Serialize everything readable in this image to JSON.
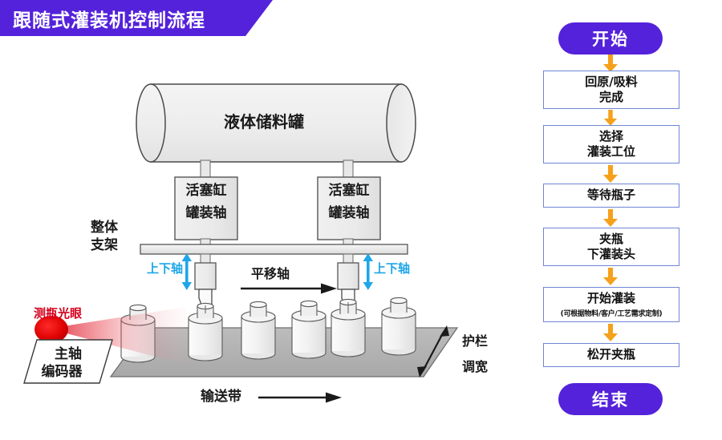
{
  "banner": {
    "title": "跟随式灌装机控制流程",
    "color": "#5422DA"
  },
  "diagram": {
    "tank_label": "液体储料罐",
    "piston_left": {
      "line1": "活塞缸",
      "line2": "罐装轴"
    },
    "piston_right": {
      "line1": "活塞缸",
      "line2": "罐装轴"
    },
    "frame_label": {
      "line1": "整体",
      "line2": "支架"
    },
    "axis_vertical_left": "上下轴",
    "axis_vertical_right": "上下轴",
    "axis_horizontal": "平移轴",
    "photo_eye": "测瓶光眼",
    "encoder": {
      "line1": "主轴",
      "line2": "编码器"
    },
    "guardrail": {
      "line1": "护栏",
      "line2": "调宽"
    },
    "conveyor": "输送带",
    "colors": {
      "axis_blue": "#1EA6E8",
      "photo_eye_red": "#D5001C",
      "metal_gray": "#ECECEC",
      "belt_gray": "#B3B3B3"
    },
    "bottle_count": 6
  },
  "flowchart": {
    "start": "开始",
    "end": "结束",
    "steps": [
      {
        "line1": "回原/吸料",
        "line2": "完成",
        "note": ""
      },
      {
        "line1": "选择",
        "line2": "灌装工位",
        "note": ""
      },
      {
        "line1": "等待瓶子",
        "line2": "",
        "note": ""
      },
      {
        "line1": "夹瓶",
        "line2": "下灌装头",
        "note": ""
      },
      {
        "line1": "开始灌装",
        "line2": "",
        "note": "(可根据物料/客户/工艺需求定制)"
      },
      {
        "line1": "松开夹瓶",
        "line2": "",
        "note": ""
      }
    ],
    "colors": {
      "pill": "#5422DA",
      "box_border": "#6E86D6",
      "arrow": "#F5A11B"
    }
  }
}
